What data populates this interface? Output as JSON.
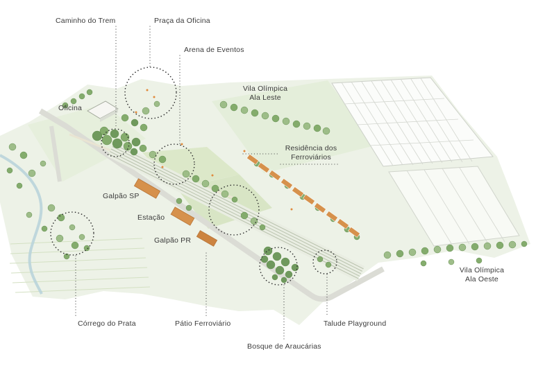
{
  "diagram": {
    "type": "architectural-site-plan",
    "language": "pt-BR"
  },
  "labels": {
    "caminho_do_trem": "Caminho do Trem",
    "praca_da_oficina": "Praça da Oficina",
    "arena_de_eventos": "Arena de Eventos",
    "vila_olimpica_leste_line1": "Vila Olímpica",
    "vila_olimpica_leste_line2": "Ala Leste",
    "oficina": "Oficina",
    "residencia_line1": "Residência dos",
    "residencia_line2": "Ferroviários",
    "galpao_sp": "Galpão SP",
    "estacao": "Estação",
    "galpao_pr": "Galpão PR",
    "corrego_do_prata": "Córrego do Prata",
    "patio_ferroviario": "Pátio Ferroviário",
    "bosque_de_araucarias": "Bosque de Araucárias",
    "talude_playground": "Talude Playground",
    "vila_olimpica_oeste_line1": "Vila Olímpica",
    "vila_olimpica_oeste_line2": "Ala Oeste"
  },
  "colors": {
    "background": "#ffffff",
    "land": "#edf2e7",
    "lawn": "#dce8c9",
    "corridor": "#e9ede2",
    "road": "#dbdcd5",
    "tree_light": "#9abb84",
    "tree_mid": "#7fa967",
    "tree_dark": "#699556",
    "building_orange": "#d6914c",
    "water": "#b9d4da",
    "annotation_ink": "#2f2f2f",
    "label_ink": "#3a3a3a"
  }
}
